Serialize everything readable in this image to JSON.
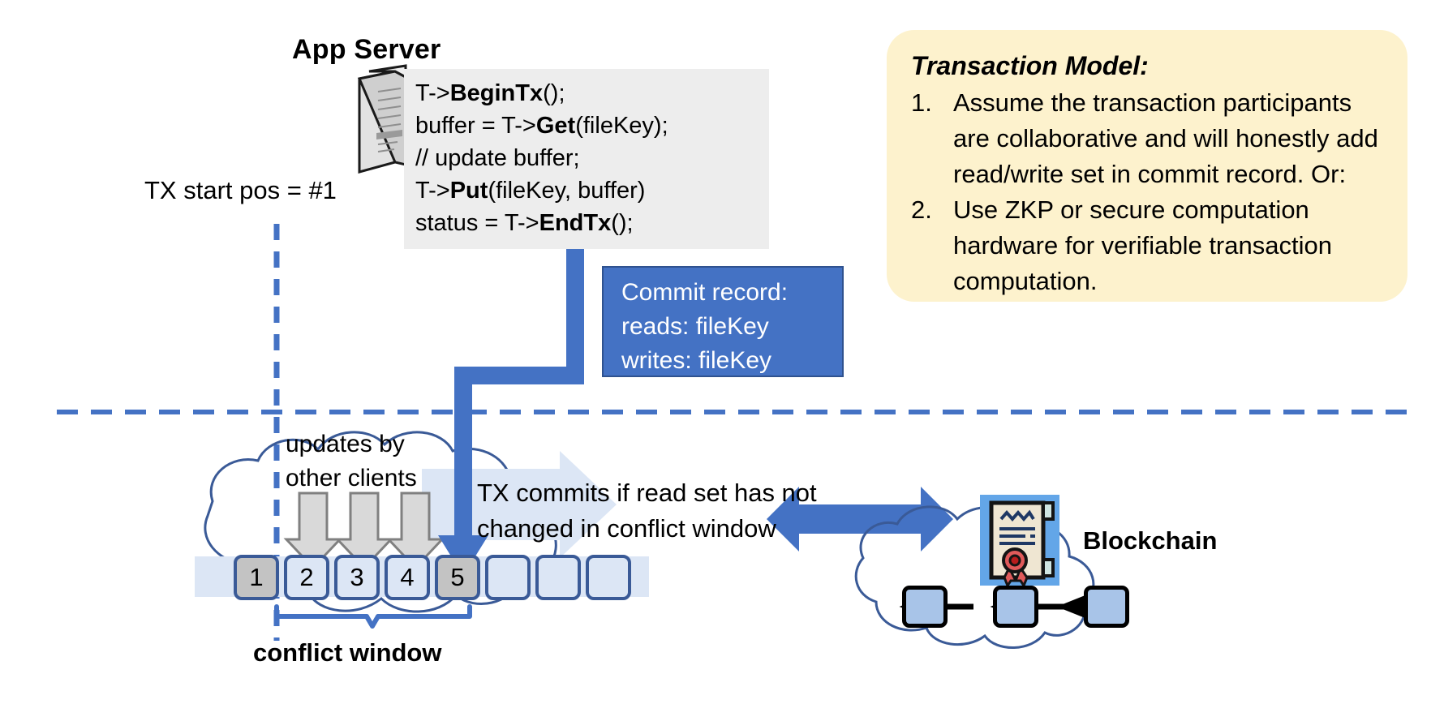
{
  "app_server": {
    "title": "App Server",
    "icon": "server-tower-icon"
  },
  "code": {
    "lines": [
      [
        {
          "t": "T->",
          "b": false
        },
        {
          "t": "BeginTx",
          "b": true
        },
        {
          "t": "();",
          "b": false
        }
      ],
      [
        {
          "t": "buffer = T->",
          "b": false
        },
        {
          "t": "Get",
          "b": true
        },
        {
          "t": "(fileKey);",
          "b": false
        }
      ],
      [
        {
          "t": "// update buffer;",
          "b": false
        }
      ],
      [
        {
          "t": "T->",
          "b": false
        },
        {
          "t": "Put",
          "b": true
        },
        {
          "t": "(fileKey, buffer)",
          "b": false
        }
      ],
      [
        {
          "t": "status = T->",
          "b": false
        },
        {
          "t": "EndTx",
          "b": true
        },
        {
          "t": "();",
          "b": false
        }
      ]
    ]
  },
  "tx_start": {
    "label": "TX start pos = #1"
  },
  "commit_record": {
    "lines": [
      "Commit record:",
      "reads: fileKey",
      "writes: fileKey"
    ],
    "fill": "#4472C4",
    "border": "#2F528F"
  },
  "transaction_model": {
    "title": "Transaction Model:",
    "fill": "#FDF2CD",
    "items": [
      {
        "num": "1.",
        "text": "Assume the transaction participants are collaborative and will honestly add read/write set in commit record.  Or:"
      },
      {
        "num": "2.",
        "text": "Use ZKP or secure computation hardware for verifiable transaction computation."
      }
    ]
  },
  "log": {
    "updates_label": "updates by\nother clients",
    "updates_line1": "updates by",
    "updates_line2": "other clients",
    "commits_line1": "TX commits if read set has not",
    "commits_line2": "changed in conflict window",
    "conflict_window_label": "conflict window",
    "cells": [
      {
        "label": "1",
        "state": "committed"
      },
      {
        "label": "2",
        "state": "pending"
      },
      {
        "label": "3",
        "state": "pending"
      },
      {
        "label": "4",
        "state": "pending"
      },
      {
        "label": "5",
        "state": "committed"
      },
      {
        "label": "",
        "state": "empty"
      },
      {
        "label": "",
        "state": "empty"
      },
      {
        "label": "",
        "state": "empty"
      }
    ],
    "update_arrow_count": 3,
    "colors": {
      "cell_border": "#3A5A97",
      "cell_pending": "#DCE6F5",
      "cell_committed": "#C3C3C3",
      "cloud_stroke": "#3A5A97",
      "accent_blue": "#4472C4",
      "dashed_blue": "#4472C4"
    }
  },
  "blockchain": {
    "label": "Blockchain",
    "icon": "certificate-scroll-icon",
    "blocks": 3,
    "block_fill": "#A8C4E8",
    "icon_bg": "#63A6E8"
  }
}
